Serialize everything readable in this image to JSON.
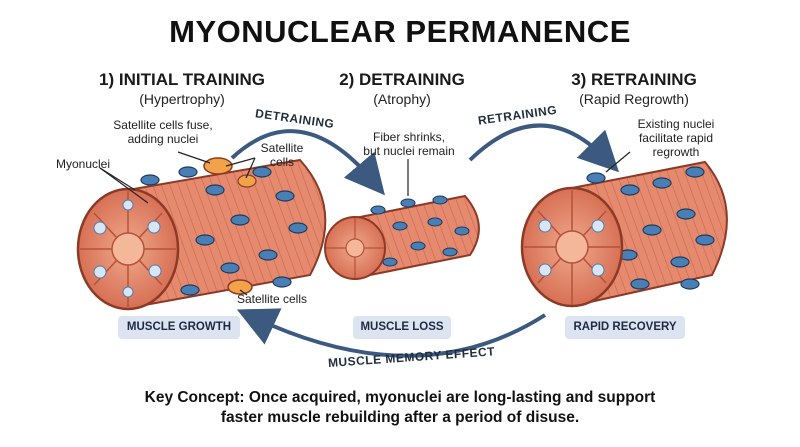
{
  "title": "MYONUCLEAR PERMANENCE",
  "stages": [
    {
      "title": "1) INITIAL TRAINING",
      "subtitle": "(Hypertrophy)",
      "badge": "MUSCLE GROWTH"
    },
    {
      "title": "2) DETRAINING",
      "subtitle": "(Atrophy)",
      "badge": "MUSCLE LOSS"
    },
    {
      "title": "3) RETRAINING",
      "subtitle": "(Rapid Regrowth)",
      "badge": "RAPID RECOVERY"
    }
  ],
  "annotations": {
    "satellite_fuse_line1": "Satellite cells fuse,",
    "satellite_fuse_line2": "adding nuclei",
    "myonuclei": "Myonuclei",
    "satellite_cells_top_line1": "Satellite",
    "satellite_cells_top_line2": "cells",
    "satellite_cells_bottom": "Satellite cells",
    "fiber_shrinks_line1": "Fiber shrinks,",
    "fiber_shrinks_line2": "but nuclei remain",
    "existing_line1": "Existing nuclei",
    "existing_line2": "facilitate rapid",
    "existing_line3": "regrowth"
  },
  "arrows": {
    "detraining": "DETRAINING",
    "retraining": "RETRAINING",
    "memory": "MUSCLE MEMORY EFFECT"
  },
  "key_concept": {
    "line1": "Key Concept: Once acquired, myonuclei are long-lasting and support",
    "line2": "faster muscle rebuilding after a period of disuse."
  },
  "colors": {
    "fiber": "#e07a5f",
    "fiber_dark": "#b5523b",
    "nucleus": "#4a7fb5",
    "arrow": "#3c5a80",
    "badge_bg": "#dbe4f0"
  }
}
